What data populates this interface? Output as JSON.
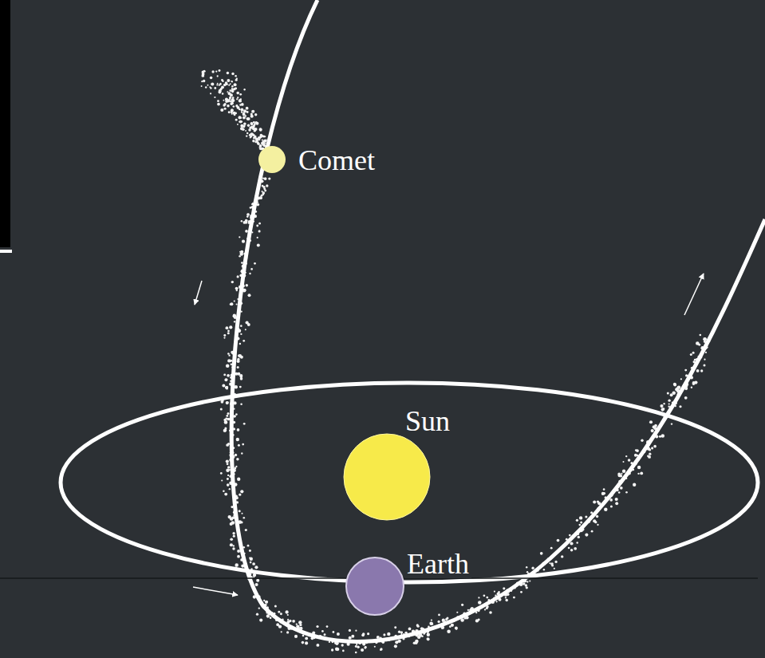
{
  "diagram": {
    "labels": [
      "Comet",
      "Sun",
      "Earth"
    ]
  }
}
